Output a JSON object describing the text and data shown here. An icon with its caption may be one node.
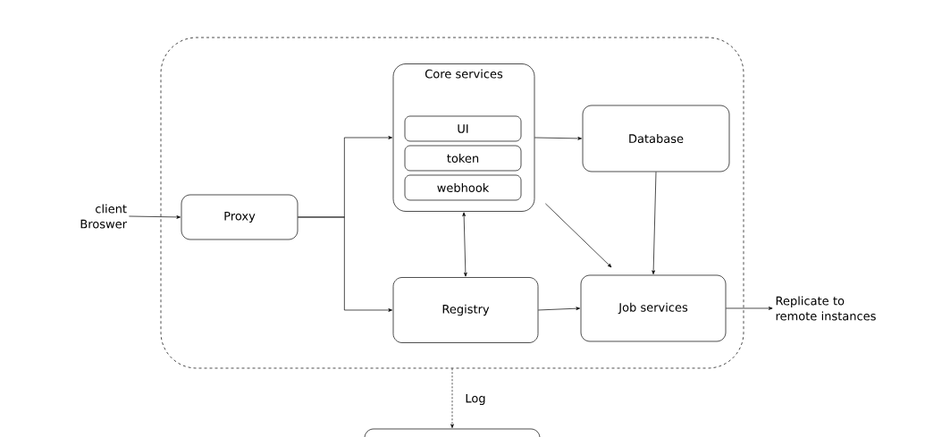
{
  "diagram": {
    "nodes": [
      {
        "text": [],
        "shape": "box"
      },
      {
        "text": [
          "client Broswer"
        ]
      },
      {
        "text": [
          "Proxy"
        ],
        "in": 0
      },
      {
        "text": [
          "Core services"
        ],
        "in": 0
      },
      {
        "text": [
          "UI"
        ],
        "in": 3
      },
      {
        "text": [
          "token"
        ],
        "in": 3
      },
      {
        "text": [
          "webhook"
        ],
        "in": 3
      },
      {
        "text": [
          "Database"
        ],
        "in": 0
      },
      {
        "text": [
          "Registry"
        ],
        "in": 0
      },
      {
        "text": [
          "Job services"
        ],
        "in": 0
      },
      {
        "text": [
          "Replicate to remote instances"
        ]
      },
      {
        "text": [],
        "shape": "box"
      }
    ],
    "edges": [
      {
        "from": 1,
        "to": 2,
        "arrow": "to"
      },
      {
        "from": 2,
        "to": 3,
        "arrow": "to"
      },
      {
        "from": 2,
        "to": 8,
        "arrow": "to"
      },
      {
        "from": 3,
        "to": 7,
        "arrow": "to"
      },
      {
        "from": 3,
        "to": 8,
        "arrow": "both"
      },
      {
        "from": 3,
        "to": 9,
        "arrow": "to"
      },
      {
        "from": 7,
        "to": 9,
        "arrow": "to"
      },
      {
        "from": 8,
        "to": 9,
        "arrow": "to"
      },
      {
        "from": 9,
        "to": 10,
        "arrow": "to"
      },
      {
        "from": 0,
        "to": 11,
        "arrow": "to",
        "style": "dashed",
        "label": "Log"
      }
    ]
  }
}
